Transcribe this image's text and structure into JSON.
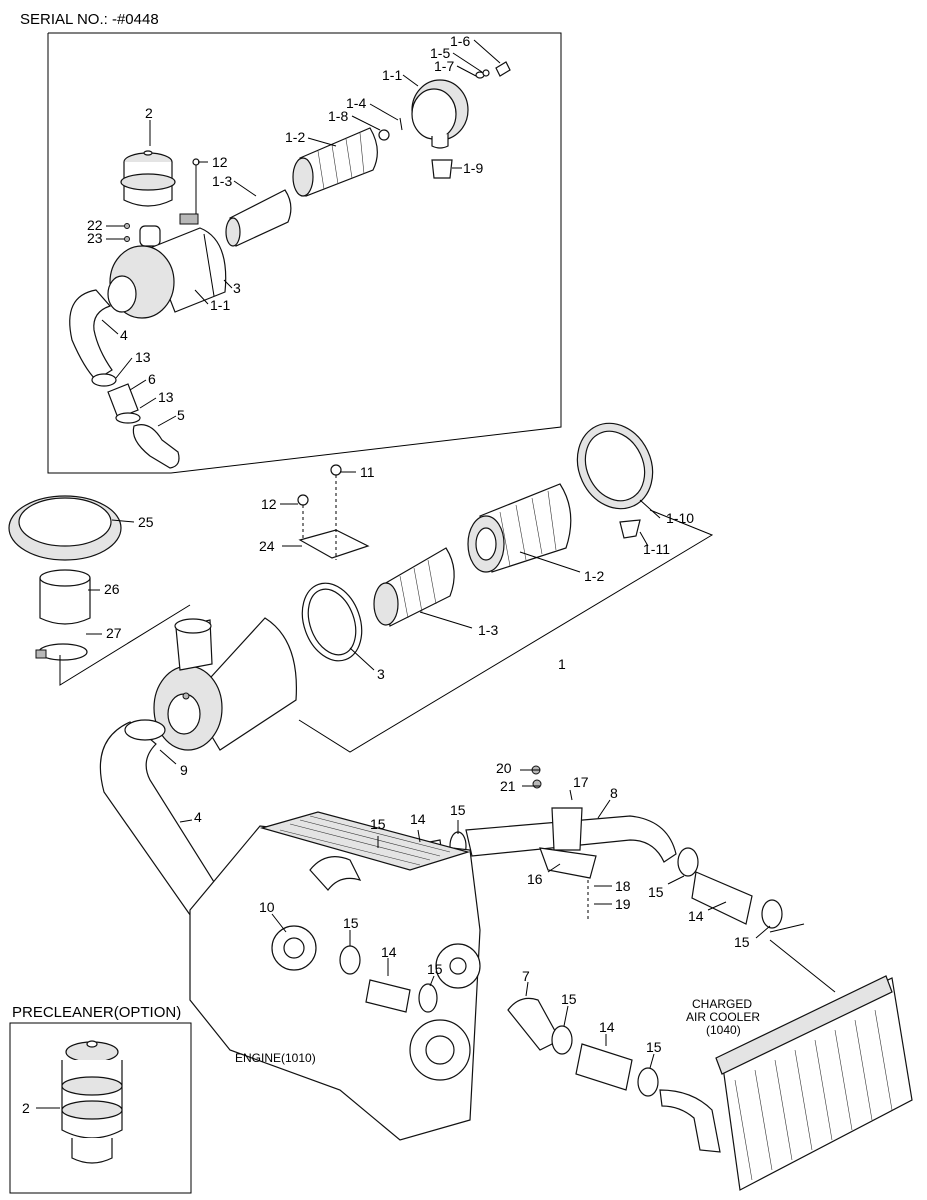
{
  "header": {
    "serial": "SERIAL NO.: -#0448"
  },
  "notes": {
    "precleaner": "PRECLEANER(OPTION)",
    "engine": "ENGINE(1010)",
    "cooler_line1": "CHARGED",
    "cooler_line2": "AIR COOLER",
    "cooler_line3": "(1040)"
  },
  "callouts": {
    "top": {
      "c1_6": "1-6",
      "c1_5": "1-5",
      "c1_7": "1-7",
      "c1_1a": "1-1",
      "c1_4": "1-4",
      "c1_8": "1-8",
      "c1_2": "1-2",
      "c1_9": "1-9",
      "c2": "2",
      "c12": "12",
      "c1_3": "1-3",
      "c22": "22",
      "c23": "23",
      "c3": "3",
      "c1_1b": "1-1",
      "c4": "4",
      "c13a": "13",
      "c6": "6",
      "c13b": "13",
      "c5": "5"
    },
    "main": {
      "c11": "11",
      "c12": "12",
      "c24": "24",
      "c1_10": "1-10",
      "c1_11": "1-11",
      "c1_2": "1-2",
      "c1_3": "1-3",
      "c1": "1",
      "c3": "3",
      "c25": "25",
      "c26": "26",
      "c27": "27",
      "c9": "9",
      "c4": "4",
      "c20": "20",
      "c21": "21",
      "c17": "17",
      "c8": "8",
      "c15a": "15",
      "c14a": "14",
      "c15b": "15",
      "c16": "16",
      "c18": "18",
      "c19": "19",
      "c15c": "15",
      "c14b": "14",
      "c15d": "15",
      "c10": "10",
      "c15e": "15",
      "c14c": "14",
      "c15f": "15",
      "c7": "7",
      "c15g": "15",
      "c14d": "14",
      "c15h": "15"
    },
    "precleaner": {
      "c2": "2"
    }
  }
}
